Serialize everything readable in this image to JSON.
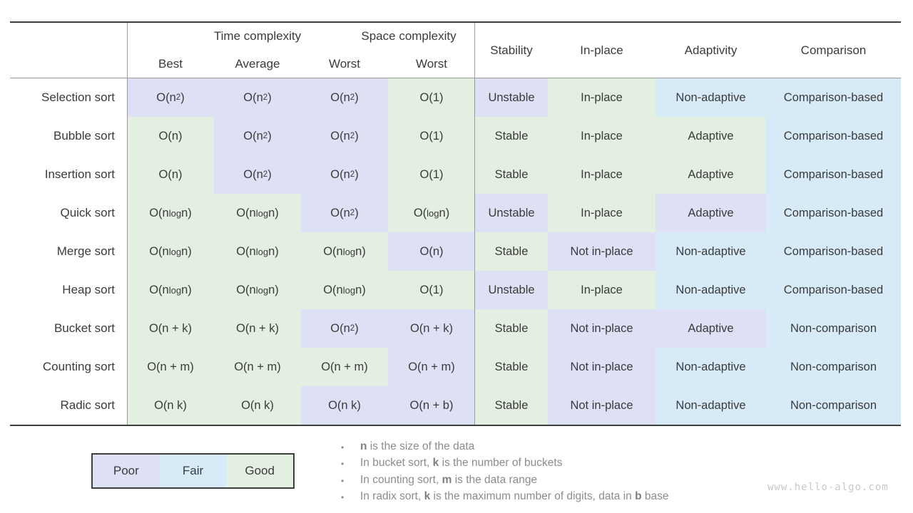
{
  "chart_data": {
    "type": "table",
    "header": {
      "time_group": "Time complexity",
      "space_group": "Space complexity",
      "time_sub": [
        "Best",
        "Average",
        "Worst"
      ],
      "space_sub": "Worst",
      "properties": [
        "Stability",
        "In-place",
        "Adaptivity",
        "Comparison"
      ]
    },
    "rows": [
      {
        "name": "Selection sort",
        "cells": [
          {
            "text": "O(n²)",
            "rating": "poor"
          },
          {
            "text": "O(n²)",
            "rating": "poor"
          },
          {
            "text": "O(n²)",
            "rating": "poor"
          },
          {
            "text": "O(1)",
            "rating": "good"
          },
          {
            "text": "Unstable",
            "rating": "poor"
          },
          {
            "text": "In-place",
            "rating": "good"
          },
          {
            "text": "Non-adaptive",
            "rating": "fair"
          },
          {
            "text": "Comparison-based",
            "rating": "fair"
          }
        ]
      },
      {
        "name": "Bubble sort",
        "cells": [
          {
            "text": "O(n)",
            "rating": "good"
          },
          {
            "text": "O(n²)",
            "rating": "poor"
          },
          {
            "text": "O(n²)",
            "rating": "poor"
          },
          {
            "text": "O(1)",
            "rating": "good"
          },
          {
            "text": "Stable",
            "rating": "good"
          },
          {
            "text": "In-place",
            "rating": "good"
          },
          {
            "text": "Adaptive",
            "rating": "good"
          },
          {
            "text": "Comparison-based",
            "rating": "fair"
          }
        ]
      },
      {
        "name": "Insertion sort",
        "cells": [
          {
            "text": "O(n)",
            "rating": "good"
          },
          {
            "text": "O(n²)",
            "rating": "poor"
          },
          {
            "text": "O(n²)",
            "rating": "poor"
          },
          {
            "text": "O(1)",
            "rating": "good"
          },
          {
            "text": "Stable",
            "rating": "good"
          },
          {
            "text": "In-place",
            "rating": "good"
          },
          {
            "text": "Adaptive",
            "rating": "good"
          },
          {
            "text": "Comparison-based",
            "rating": "fair"
          }
        ]
      },
      {
        "name": "Quick sort",
        "cells": [
          {
            "text": "O(n log n)",
            "rating": "good"
          },
          {
            "text": "O(n log n)",
            "rating": "good"
          },
          {
            "text": "O(n²)",
            "rating": "poor"
          },
          {
            "text": "O(log n)",
            "rating": "good"
          },
          {
            "text": "Unstable",
            "rating": "poor"
          },
          {
            "text": "In-place",
            "rating": "good"
          },
          {
            "text": "Adaptive",
            "rating": "poor"
          },
          {
            "text": "Comparison-based",
            "rating": "fair"
          }
        ]
      },
      {
        "name": "Merge sort",
        "cells": [
          {
            "text": "O(n log n)",
            "rating": "good"
          },
          {
            "text": "O(n log n)",
            "rating": "good"
          },
          {
            "text": "O(n log n)",
            "rating": "good"
          },
          {
            "text": "O(n)",
            "rating": "poor"
          },
          {
            "text": "Stable",
            "rating": "good"
          },
          {
            "text": "Not in-place",
            "rating": "poor"
          },
          {
            "text": "Non-adaptive",
            "rating": "fair"
          },
          {
            "text": "Comparison-based",
            "rating": "fair"
          }
        ]
      },
      {
        "name": "Heap sort",
        "cells": [
          {
            "text": "O(n log n)",
            "rating": "good"
          },
          {
            "text": "O(n log n)",
            "rating": "good"
          },
          {
            "text": "O(n log n)",
            "rating": "good"
          },
          {
            "text": "O(1)",
            "rating": "good"
          },
          {
            "text": "Unstable",
            "rating": "poor"
          },
          {
            "text": "In-place",
            "rating": "good"
          },
          {
            "text": "Non-adaptive",
            "rating": "fair"
          },
          {
            "text": "Comparison-based",
            "rating": "fair"
          }
        ]
      },
      {
        "name": "Bucket sort",
        "cells": [
          {
            "text": "O(n + k)",
            "rating": "good"
          },
          {
            "text": "O(n + k)",
            "rating": "good"
          },
          {
            "text": "O(n²)",
            "rating": "poor"
          },
          {
            "text": "O(n + k)",
            "rating": "poor"
          },
          {
            "text": "Stable",
            "rating": "good"
          },
          {
            "text": "Not in-place",
            "rating": "poor"
          },
          {
            "text": "Adaptive",
            "rating": "poor"
          },
          {
            "text": "Non-comparison",
            "rating": "fair"
          }
        ]
      },
      {
        "name": "Counting sort",
        "cells": [
          {
            "text": "O(n + m)",
            "rating": "good"
          },
          {
            "text": "O(n + m)",
            "rating": "good"
          },
          {
            "text": "O(n + m)",
            "rating": "good"
          },
          {
            "text": "O(n + m)",
            "rating": "poor"
          },
          {
            "text": "Stable",
            "rating": "good"
          },
          {
            "text": "Not in-place",
            "rating": "poor"
          },
          {
            "text": "Non-adaptive",
            "rating": "fair"
          },
          {
            "text": "Non-comparison",
            "rating": "fair"
          }
        ]
      },
      {
        "name": "Radic sort",
        "cells": [
          {
            "text": "O(n k)",
            "rating": "good"
          },
          {
            "text": "O(n k)",
            "rating": "good"
          },
          {
            "text": "O(n k)",
            "rating": "poor"
          },
          {
            "text": "O(n + b)",
            "rating": "poor"
          },
          {
            "text": "Stable",
            "rating": "good"
          },
          {
            "text": "Not in-place",
            "rating": "poor"
          },
          {
            "text": "Non-adaptive",
            "rating": "fair"
          },
          {
            "text": "Non-comparison",
            "rating": "fair"
          }
        ]
      }
    ]
  },
  "legend": {
    "items": [
      {
        "label": "Poor",
        "rating": "poor",
        "color": "#dee0f6"
      },
      {
        "label": "Fair",
        "rating": "fair",
        "color": "#d7eaf8"
      },
      {
        "label": "Good",
        "rating": "good",
        "color": "#e3efe1"
      }
    ]
  },
  "notes": [
    "*n* is the size of the data",
    "In bucket sort, *k* is the number of buckets",
    "In counting sort, *m* is the data range",
    "In radix sort, *k* is the maximum number of digits, data in *b* base"
  ],
  "watermark": "www.hello-algo.com"
}
